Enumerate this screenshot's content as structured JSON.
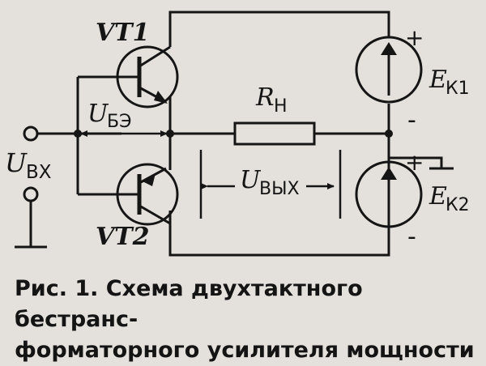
{
  "labels": {
    "vt1": "VT1",
    "vt2": "VT2",
    "rn_main": "R",
    "rn_sub": "Н",
    "ube_main": "U",
    "ube_sub": "БЭ",
    "uvx_main": "U",
    "uvx_sub": "ВХ",
    "uvyx_main": "U",
    "uvyx_sub": "ВЫХ",
    "ek1_main": "E",
    "ek1_sub": "К1",
    "ek2_main": "E",
    "ek2_sub": "К2",
    "plus_top": "+",
    "minus_top": "-",
    "plus_bottom": "+",
    "minus_bottom": "-"
  },
  "caption": {
    "line1": "Рис. 1. Схема двухтактного бестранс-",
    "line2": "форматорного усилителя мощности"
  }
}
